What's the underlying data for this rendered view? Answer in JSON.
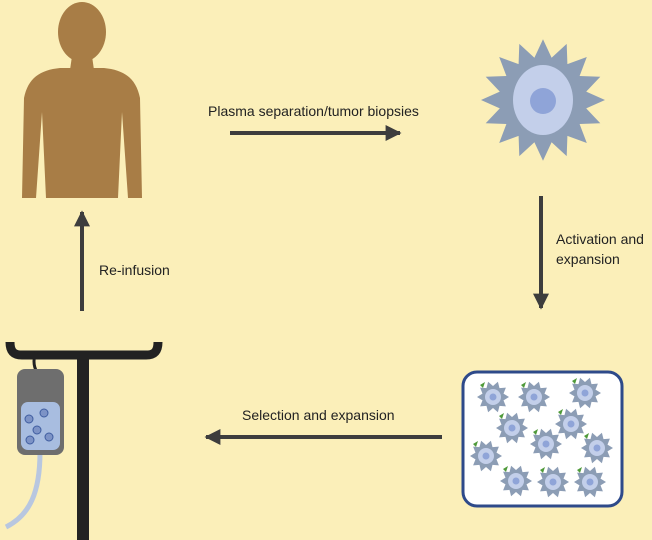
{
  "steps": {
    "plasma": "Plasma separation/tumor biopsies",
    "activation": [
      "Activation and",
      "expansion"
    ],
    "selection": "Selection and expansion",
    "reinfusion": "Re-infusion"
  },
  "colors": {
    "background": "#fbefb9",
    "patient": "#a87d46",
    "cell_body": "#8c9db5",
    "cell_cytoplasm": "#c3cfea",
    "cell_nucleus": "#8fa4d8",
    "culture_border": "#2e4a8a",
    "iv_pole": "#222222",
    "arrow": "#3d3d3d"
  },
  "icons": {
    "patient": "human-torso-icon",
    "cell": "dendritic-cell-icon",
    "culture": "expanded-cell-culture-icon",
    "iv": "iv-bag-stand-icon"
  }
}
